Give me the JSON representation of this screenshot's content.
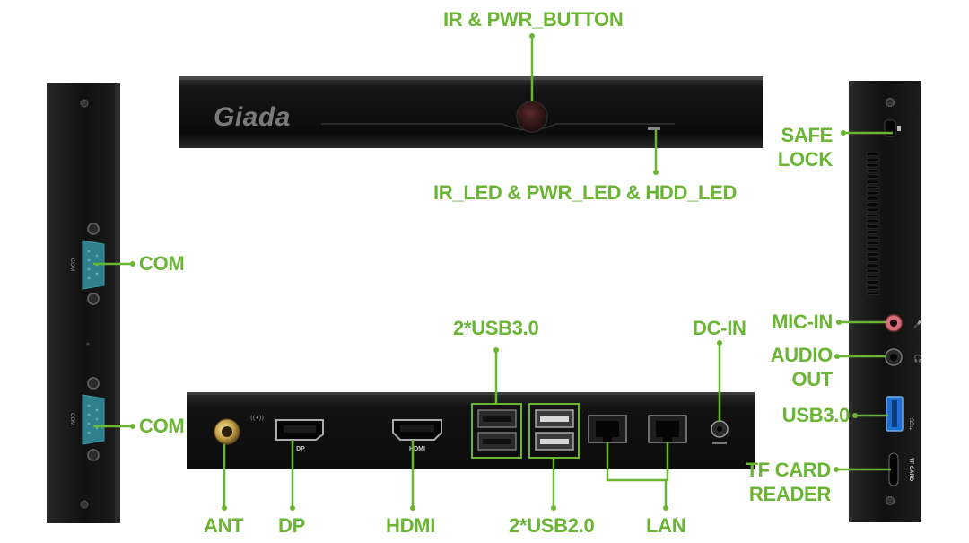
{
  "brand": {
    "logo_text": "Giada"
  },
  "labels": {
    "ir_pwr_button": "IR & PWR_BUTTON",
    "leds": "IR_LED & PWR_LED & HDD_LED",
    "com_top": "COM",
    "com_bottom": "COM",
    "safe_lock_line1": "SAFE",
    "safe_lock_line2": "LOCK",
    "mic_in": "MIC-IN",
    "audio_out_line1": "AUDIO",
    "audio_out_line2": "OUT",
    "usb30_side": "USB3.0",
    "tf_card_line1": "TF CARD",
    "tf_card_line2": "READER",
    "usb30_rear": "2*USB3.0",
    "dc_in": "DC-IN",
    "ant": "ANT",
    "dp": "DP",
    "hdmi": "HDMI",
    "usb20": "2*USB2.0",
    "lan": "LAN"
  },
  "port_marks": {
    "dp": "DP",
    "hdmi": "HDMI",
    "com_left_top": "COM",
    "com_left_bottom": "COM",
    "tf_card": "TF CARD"
  },
  "colors": {
    "label_green": "#6ab534",
    "chassis_black": "#111111",
    "port_blue": "#2f7f8c",
    "usb3_blue": "#1e6fd0",
    "mic_pink": "#d9707a"
  }
}
